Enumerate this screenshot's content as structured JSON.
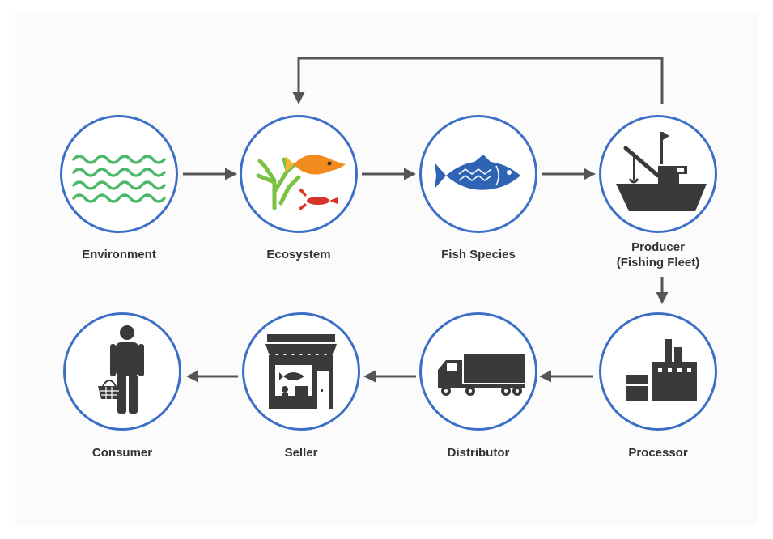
{
  "diagram": {
    "nodes": [
      {
        "id": "environment",
        "label": "Environment",
        "icon": "waves-icon"
      },
      {
        "id": "ecosystem",
        "label": "Ecosystem",
        "icon": "coral-fish-lobster-icon"
      },
      {
        "id": "fish-species",
        "label": "Fish Species",
        "icon": "fish-icon"
      },
      {
        "id": "producer",
        "label_line1": "Producer",
        "label_line2": "(Fishing Fleet)",
        "icon": "fishing-boat-icon"
      },
      {
        "id": "processor",
        "label": "Processor",
        "icon": "factory-icon"
      },
      {
        "id": "distributor",
        "label": "Distributor",
        "icon": "truck-icon"
      },
      {
        "id": "seller",
        "label": "Seller",
        "icon": "fish-shop-icon"
      },
      {
        "id": "consumer",
        "label": "Consumer",
        "icon": "person-basket-icon"
      }
    ],
    "edges": [
      [
        "environment",
        "ecosystem"
      ],
      [
        "ecosystem",
        "fish-species"
      ],
      [
        "fish-species",
        "producer"
      ],
      [
        "producer",
        "ecosystem"
      ],
      [
        "producer",
        "processor"
      ],
      [
        "processor",
        "distributor"
      ],
      [
        "distributor",
        "seller"
      ],
      [
        "seller",
        "consumer"
      ]
    ],
    "colors": {
      "circle_border": "#3b6fc7",
      "arrow": "#555555",
      "icon_dark": "#3a3a3a",
      "wave_green": "#4cb96a",
      "coral_green": "#7cc242",
      "fish_orange": "#f28a1e",
      "lobster_red": "#d6332b",
      "fish_blue": "#2f64b5"
    }
  }
}
